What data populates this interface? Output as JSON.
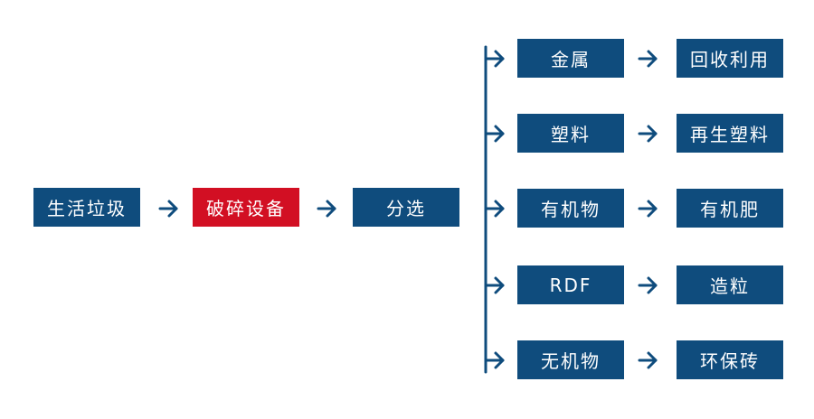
{
  "colors": {
    "box": "#0f4c7d",
    "highlight": "#d20f23",
    "text": "#ffffff",
    "arrow": "#0f4c7d"
  },
  "main_flow": {
    "source": "生活垃圾",
    "crusher": "破碎设备",
    "sorting": "分选"
  },
  "branches": [
    {
      "material": "金属",
      "product": "回收利用"
    },
    {
      "material": "塑料",
      "product": "再生塑料"
    },
    {
      "material": "有机物",
      "product": "有机肥"
    },
    {
      "material": "RDF",
      "product": "造粒"
    },
    {
      "material": "无机物",
      "product": "环保砖"
    }
  ]
}
